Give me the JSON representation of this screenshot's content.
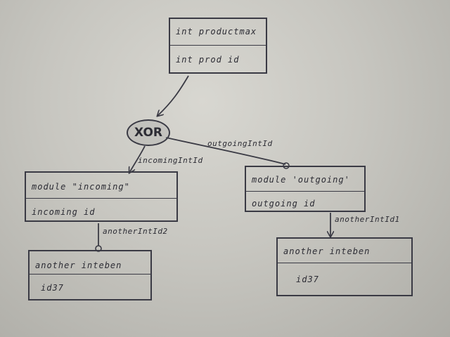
{
  "diagram": {
    "top_entity": {
      "rows": [
        "int productmax",
        "int prod id"
      ]
    },
    "xor_node": {
      "label": "XOR"
    },
    "incoming_entity": {
      "rows": [
        "module \"incoming\"",
        "incoming id"
      ]
    },
    "outgoing_entity": {
      "rows": [
        "module 'outgoing'",
        "outgoing id"
      ]
    },
    "another_left": {
      "rows": [
        "another inteben",
        "id37"
      ]
    },
    "another_right": {
      "rows": [
        "another inteben",
        "id37"
      ]
    },
    "edges": {
      "xor_to_incoming": "incomingIntId",
      "xor_to_outgoing": "outgoingIntId",
      "incoming_to_another": "anotherIntId2",
      "outgoing_to_another": "anotherIntId1"
    }
  }
}
